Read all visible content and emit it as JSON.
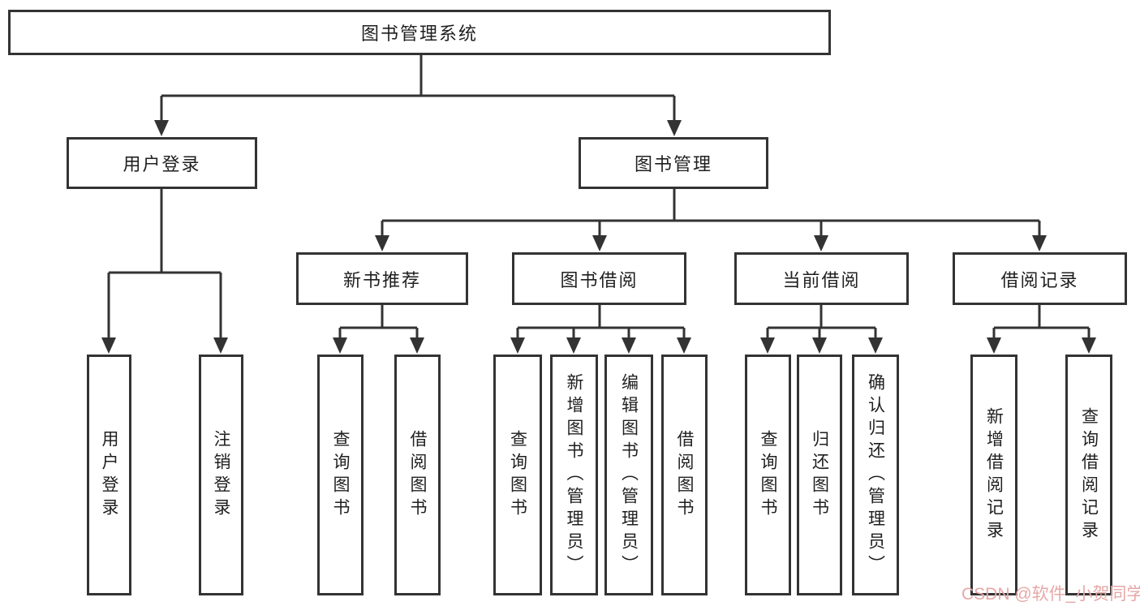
{
  "diagram": {
    "root": {
      "label": "图书管理系统"
    },
    "branches": [
      {
        "label": "用户登录",
        "children": [
          {
            "label": "用户登录"
          },
          {
            "label": "注销登录"
          }
        ]
      },
      {
        "label": "图书管理",
        "children": [
          {
            "label": "新书推荐",
            "children": [
              {
                "label": "查询图书"
              },
              {
                "label": "借阅图书"
              }
            ]
          },
          {
            "label": "图书借阅",
            "children": [
              {
                "label": "查询图书"
              },
              {
                "label": "新增图书（管理员）"
              },
              {
                "label": "编辑图书（管理员）"
              },
              {
                "label": "借阅图书"
              }
            ]
          },
          {
            "label": "当前借阅",
            "children": [
              {
                "label": "查询图书"
              },
              {
                "label": "归还图书"
              },
              {
                "label": "确认归还（管理员）"
              }
            ]
          },
          {
            "label": "借阅记录",
            "children": [
              {
                "label": "新增借阅记录"
              },
              {
                "label": "查询借阅记录"
              }
            ]
          }
        ]
      }
    ]
  },
  "watermark": {
    "text": "CSDN @软件_小贺同学",
    "color": "#e8a7a7"
  },
  "colors": {
    "line": "#333333",
    "box_border": "#333333",
    "text": "#1f1f1f",
    "background": "#ffffff"
  }
}
